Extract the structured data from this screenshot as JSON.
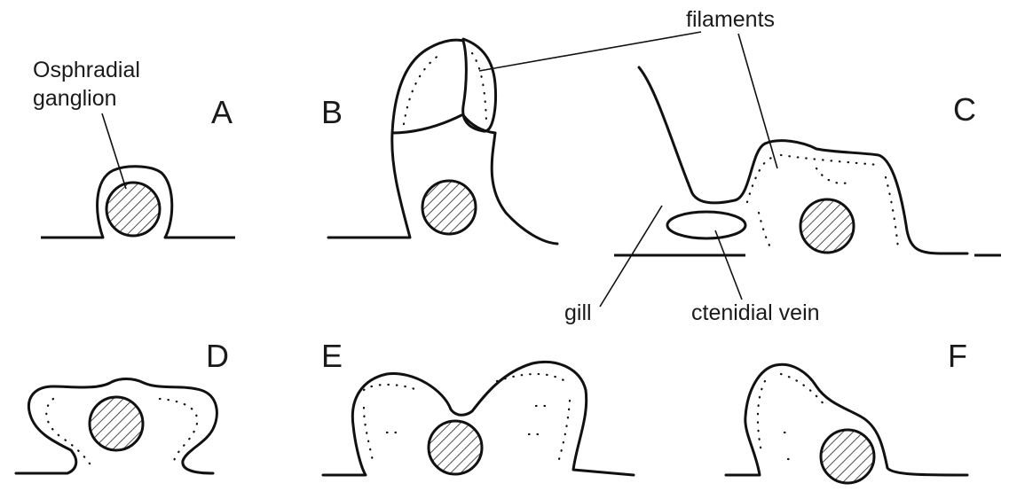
{
  "panels": {
    "a": "A",
    "b": "B",
    "c": "C",
    "d": "D",
    "e": "E",
    "f": "F"
  },
  "labels": {
    "osphradial_ganglion_line1": "Osphradial",
    "osphradial_ganglion_line2": "ganglion",
    "filaments": "filaments",
    "gill": "gill",
    "ctenidial_vein": "ctenidial vein"
  }
}
